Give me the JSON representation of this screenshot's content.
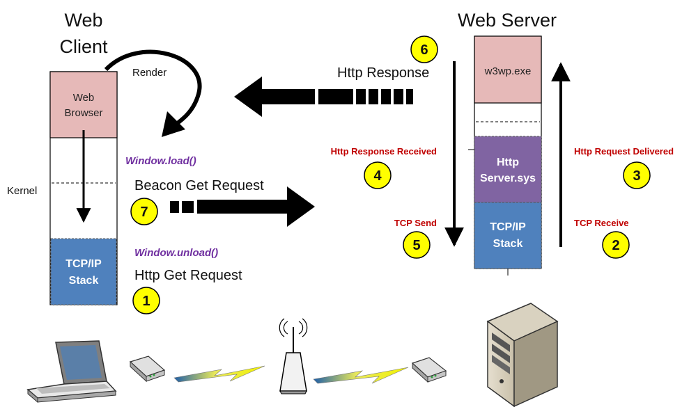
{
  "titles": {
    "client_line1": "Web",
    "client_line2": "Client",
    "server": "Web Server"
  },
  "client": {
    "browser_line1": "Web",
    "browser_line2": "Browser",
    "kernel": "Kernel",
    "tcpip_line1": "TCP/IP",
    "tcpip_line2": "Stack"
  },
  "server": {
    "w3wp": "w3wp.exe",
    "httpsys_line1": "Http",
    "httpsys_line2": "Server.sys",
    "tcpip_line1": "TCP/IP",
    "tcpip_line2": "Stack"
  },
  "labels": {
    "render": "Render",
    "window_load": "Window.load()",
    "beacon_request": "Beacon Get Request",
    "window_unload": "Window.unload()",
    "http_get_request": "Http Get Request",
    "http_response": "Http Response"
  },
  "events": {
    "http_response_received": "Http Response Received",
    "tcp_send": "TCP Send",
    "http_request_delivered": "Http Request Delivered",
    "tcp_receive": "TCP Receive"
  },
  "steps": {
    "s1": "1",
    "s2": "2",
    "s3": "3",
    "s4": "4",
    "s5": "5",
    "s6": "6",
    "s7": "7"
  },
  "colors": {
    "browser_box": "#e6b9b8",
    "tcpip_box": "#4f81bd",
    "httpsys_box": "#8064a2",
    "step_badge": "#ffff00",
    "event_label": "#c00000",
    "js_event_label": "#7030a0"
  },
  "icons": [
    "laptop-icon",
    "modem-icon",
    "lightning-bolt-icon",
    "wireless-router-icon",
    "server-tower-icon"
  ]
}
